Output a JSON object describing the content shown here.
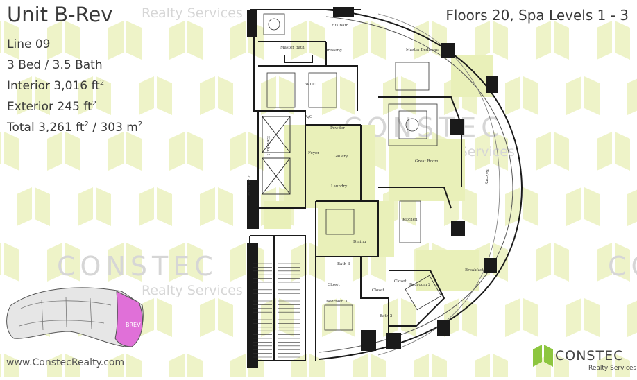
{
  "header": {
    "unit_title": "Unit B-Rev",
    "floors": "Floors 20, Spa Levels 1 - 3"
  },
  "specs": {
    "line": "Line 09",
    "beds_baths": "3 Bed / 3.5 Bath",
    "interior_prefix": "Interior 3,016 ft",
    "exterior_prefix": "Exterior 245 ft",
    "total_prefix": "Total 3,261 ft",
    "total_suffix": " / 303 m",
    "sup": "2"
  },
  "watermark": {
    "brand": "CONSTEC",
    "tagline": "Realty Services"
  },
  "footer": {
    "website": "www.ConstecRealty.com",
    "logo_name": "CONSTEC",
    "logo_sub": "Realty Services"
  },
  "keyplan": {
    "highlight_label": "BREV",
    "highlight_color": "#e070d8"
  },
  "rooms": {
    "his_bath": "His Bath",
    "master_bath": "Master Bath",
    "dressing": "Dressing",
    "master_bedroom": "Master Bedroom",
    "wic": "W.I.C.",
    "ac": "A/C",
    "powder": "Powder",
    "great_room": "Great Room",
    "balcony": "Balcony",
    "elevator1": "Elevator 1",
    "elevator2": "Elevator 2",
    "foyer": "Foyer",
    "gallery": "Gallery",
    "laundry": "Laundry",
    "kitchen": "Kitchen",
    "dining": "Dining",
    "bath3": "Bath 3",
    "closet": "Closet",
    "bedroom3": "Bedroom 3",
    "bedroom2": "Bedroom 2",
    "bath2": "Bath 2",
    "breakfast": "Breakfast"
  },
  "colors": {
    "accent_lime": "#e9f0b9",
    "wall": "#1a1a1a",
    "highlight": "#e070d8"
  }
}
